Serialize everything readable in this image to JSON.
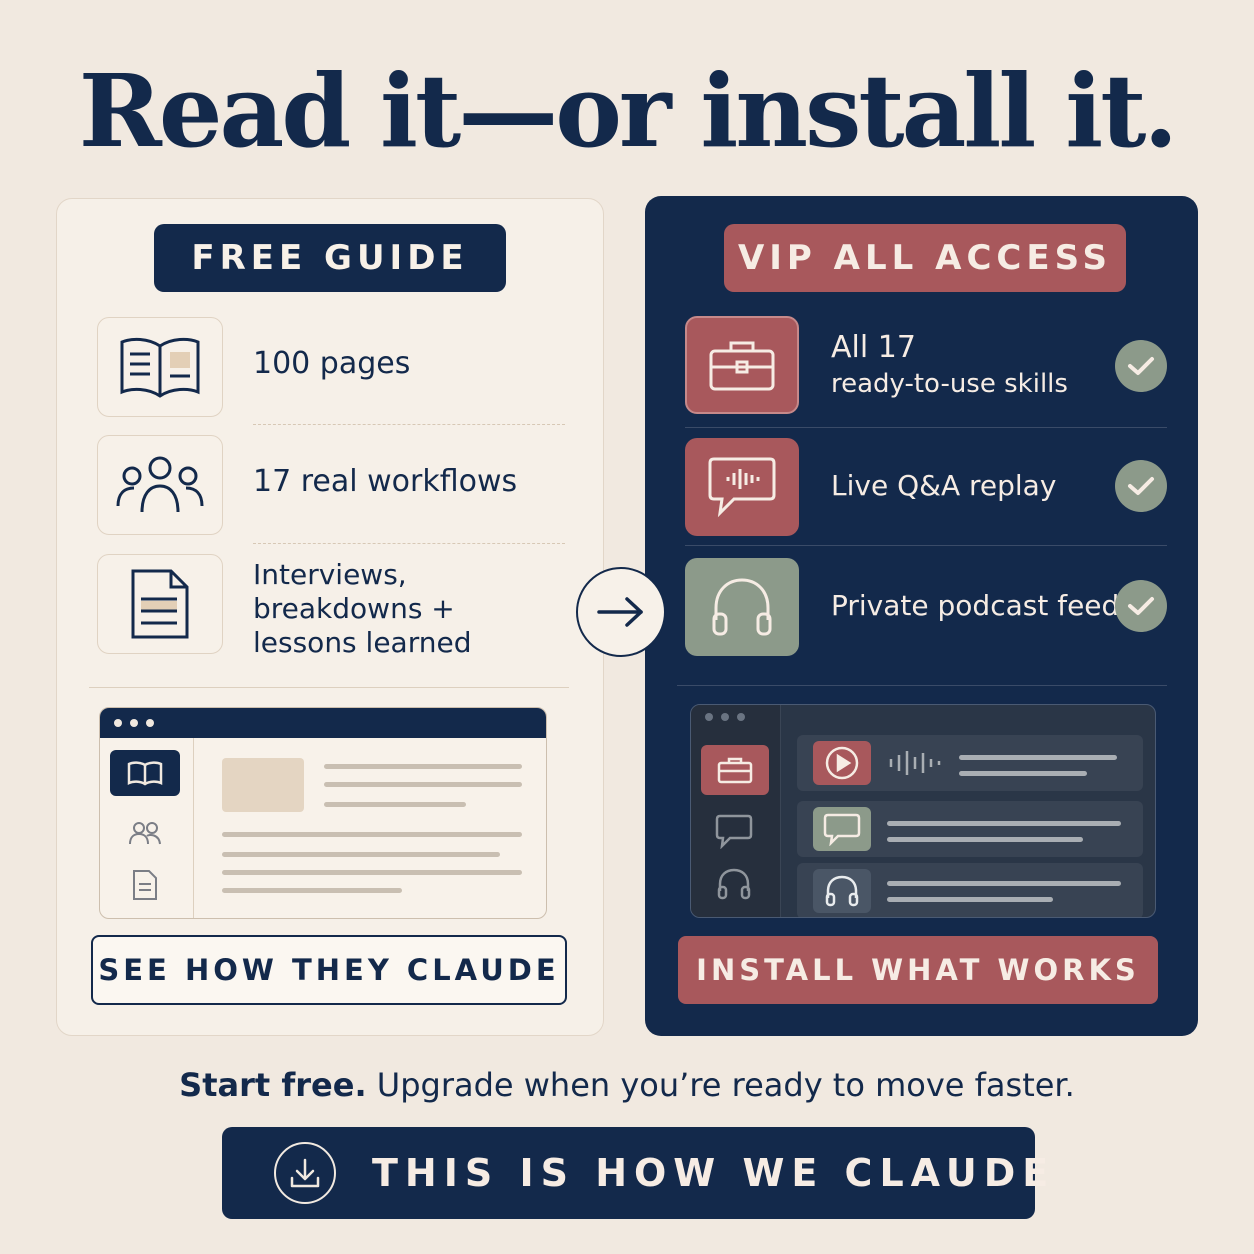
{
  "headline": "Read it—or install it.",
  "free": {
    "badge": "FREE GUIDE",
    "features": [
      {
        "icon": "open-book-icon",
        "lines": [
          "100 pages"
        ]
      },
      {
        "icon": "people-group-icon",
        "lines": [
          "17 real workflows"
        ]
      },
      {
        "icon": "document-icon",
        "lines": [
          "Interviews,",
          "breakdowns +",
          "lessons learned"
        ]
      }
    ],
    "button": "SEE HOW THEY CLAUDE"
  },
  "vip": {
    "badge": "VIP ALL ACCESS",
    "features": [
      {
        "icon": "briefcase-icon",
        "lines": [
          "All 17",
          "ready-to-use skills"
        ],
        "checked": true
      },
      {
        "icon": "chat-audio-icon",
        "lines": [
          "Live Q&A replay"
        ],
        "checked": true
      },
      {
        "icon": "headphones-icon",
        "lines": [
          "Private podcast feed"
        ],
        "checked": true
      }
    ],
    "button": "INSTALL WHAT WORKS"
  },
  "tagline": {
    "bold": "Start free.",
    "rest": " Upgrade when you’re ready to move faster."
  },
  "cta": {
    "icon": "download-icon",
    "label": "THIS IS HOW WE CLAUDE"
  },
  "colors": {
    "navy": "#13294b",
    "cream": "#f1e9e0",
    "rose": "#a8585c",
    "sage": "#8c9a8a"
  }
}
